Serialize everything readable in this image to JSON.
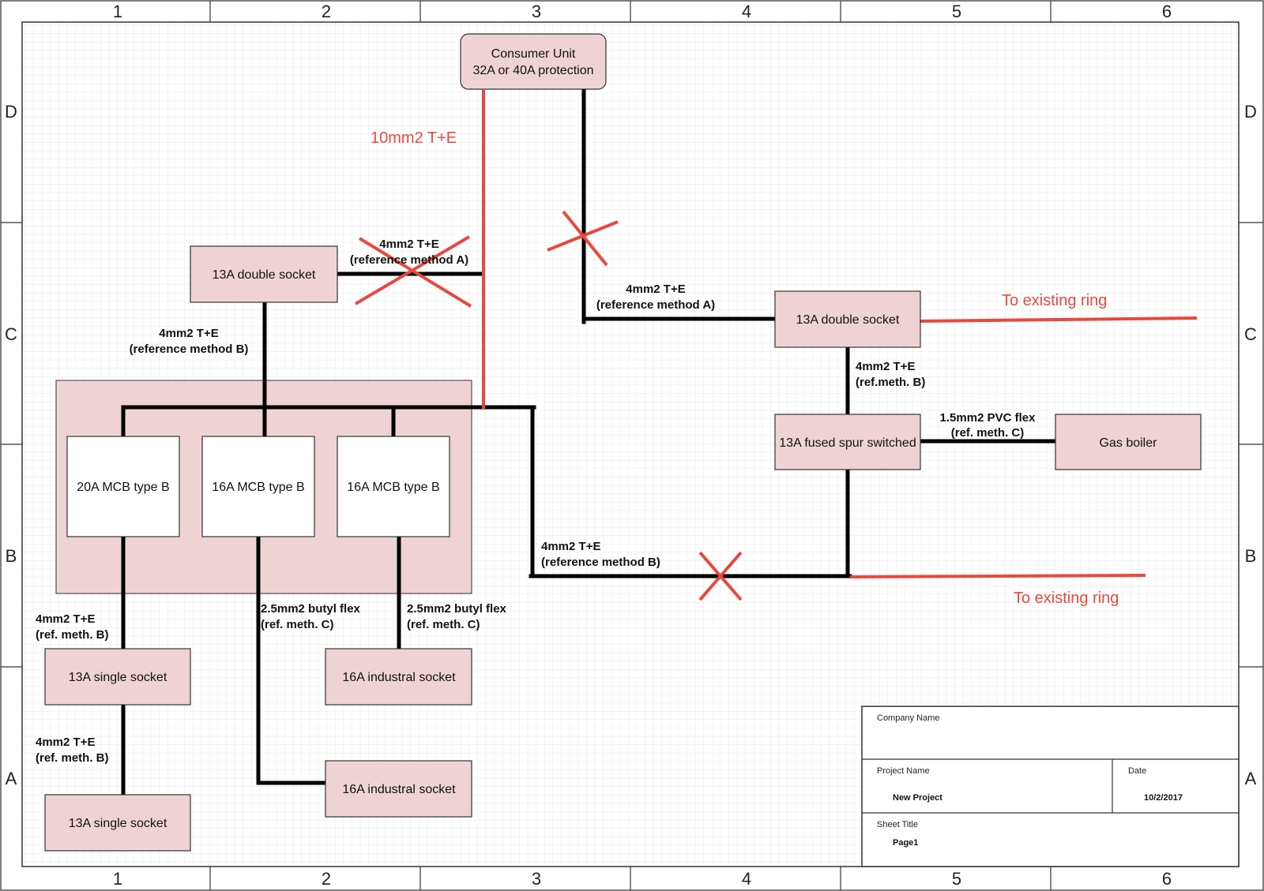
{
  "frame": {
    "columns": [
      "1",
      "2",
      "3",
      "4",
      "5",
      "6"
    ],
    "rows": [
      "D",
      "C",
      "B",
      "A"
    ]
  },
  "colors": {
    "box_fill": "#efd3d4",
    "box_stroke": "#333333",
    "wire": "#000000",
    "new_wire": "#e8483e",
    "grid": "#e6e6e6"
  },
  "components": {
    "consumer_unit": {
      "line1": "Consumer Unit",
      "line2": "32A or 40A protection"
    },
    "double_socket_left": "13A double socket",
    "double_socket_right": "13A double socket",
    "mcb1": "20A MCB type B",
    "mcb2": "16A MCB type B",
    "mcb3": "16A MCB type B",
    "fused_spur": "13A fused spur switched",
    "gas_boiler": "Gas boiler",
    "single_socket_1": "13A single socket",
    "single_socket_2": "13A single socket",
    "industrial_socket_1": "16A industral socket",
    "industrial_socket_2": "16A industral socket"
  },
  "labels": {
    "feed_10mm": "10mm2 T+E",
    "cable_a_left": {
      "line1": "4mm2 T+E",
      "line2": "(reference method A)"
    },
    "cable_a_right": {
      "line1": "4mm2 T+E",
      "line2": "(reference method A)"
    },
    "cable_b_left": {
      "line1": "4mm2 T+E",
      "line2": "(reference method B)"
    },
    "cable_b_mid": {
      "line1": "4mm2 T+E",
      "line2": "(reference method B)"
    },
    "cable_b_right": {
      "line1": "4mm2 T+E",
      "line2": "(ref.meth. B)"
    },
    "pvc_flex": {
      "line1": "1.5mm2 PVC flex",
      "line2": "(ref. meth. C)"
    },
    "single_socket_cable_1": {
      "line1": "4mm2 T+E",
      "line2": "(ref. meth. B)"
    },
    "single_socket_cable_2": {
      "line1": "4mm2 T+E",
      "line2": "(ref. meth. B)"
    },
    "butyl_flex_1": {
      "line1": "2.5mm2 butyl flex",
      "line2": "(ref. meth. C)"
    },
    "butyl_flex_2": {
      "line1": "2.5mm2 butyl flex",
      "line2": "(ref. meth. C)"
    },
    "to_ring_top": "To existing ring",
    "to_ring_bottom": "To existing ring"
  },
  "title_block": {
    "company_label": "Company Name",
    "company_value": "",
    "project_label": "Project Name",
    "project_value": "New Project",
    "date_label": "Date",
    "date_value": "10/2/2017",
    "sheet_label": "Sheet Title",
    "sheet_value": "Page1"
  }
}
